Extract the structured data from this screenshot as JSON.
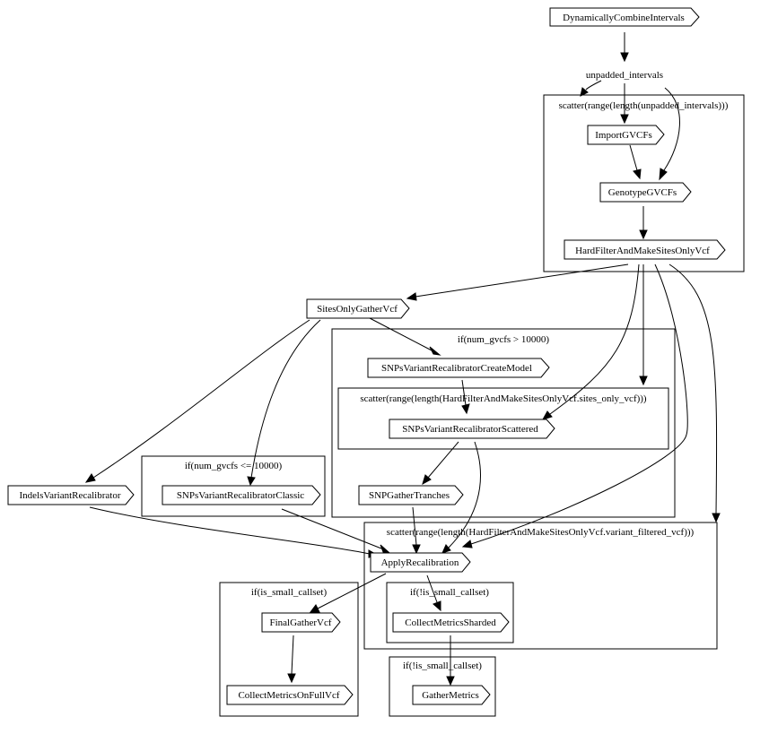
{
  "nodes": {
    "dynamically_combine": "DynamicallyCombineIntervals",
    "unpadded_intervals": "unpadded_intervals",
    "import_gvcfs": "ImportGVCFs",
    "genotype_gvcfs": "GenotypeGVCFs",
    "hard_filter": "HardFilterAndMakeSitesOnlyVcf",
    "sites_only_gather": "SitesOnlyGatherVcf",
    "snps_create_model": "SNPsVariantRecalibratorCreateModel",
    "snps_scattered": "SNPsVariantRecalibratorScattered",
    "snp_gather_tranches": "SNPGatherTranches",
    "indels_recalibrator": "IndelsVariantRecalibrator",
    "snps_classic": "SNPsVariantRecalibratorClassic",
    "apply_recalibration": "ApplyRecalibration",
    "final_gather": "FinalGatherVcf",
    "collect_metrics_full": "CollectMetricsOnFullVcf",
    "collect_metrics_sharded": "CollectMetricsSharded",
    "gather_metrics": "GatherMetrics"
  },
  "clusters": {
    "scatter_unpadded": "scatter(range(length(unpadded_intervals)))",
    "if_gvcfs_gt": "if(num_gvcfs > 10000)",
    "scatter_sites_only": "scatter(range(length(HardFilterAndMakeSitesOnlyVcf.sites_only_vcf)))",
    "if_gvcfs_le": "if(num_gvcfs <= 10000)",
    "scatter_variant_filtered": "scatter(range(length(HardFilterAndMakeSitesOnlyVcf.variant_filtered_vcf)))",
    "if_small_callset": "if(is_small_callset)",
    "if_not_small_sharded": "if(!is_small_callset)",
    "if_not_small_gather": "if(!is_small_callset)"
  }
}
